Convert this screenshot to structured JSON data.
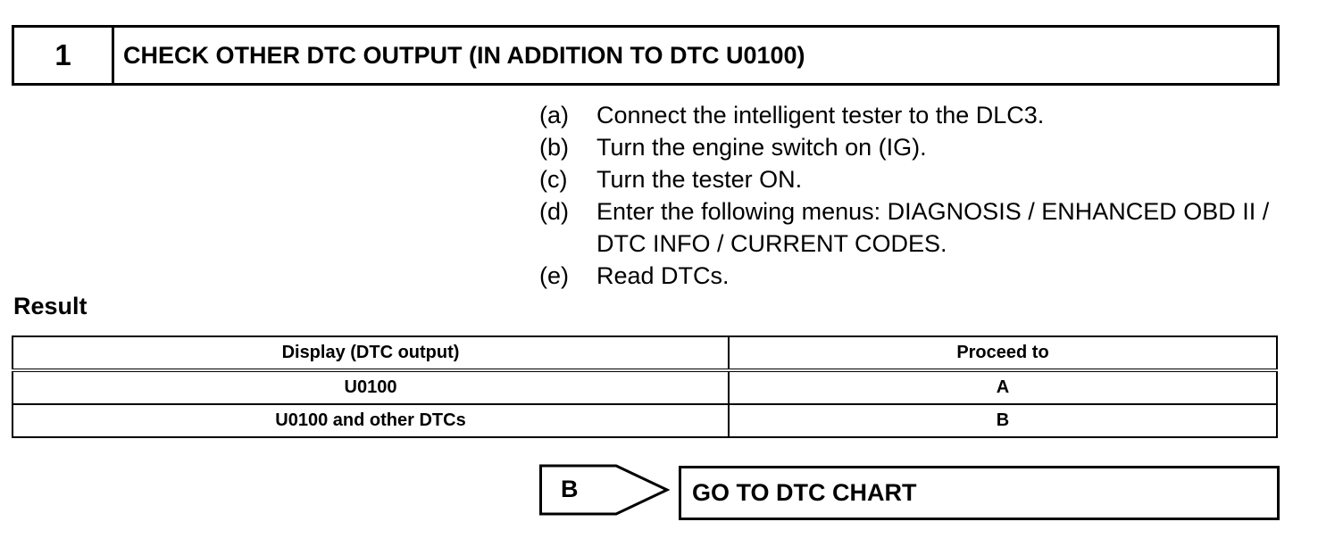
{
  "step": {
    "number": "1",
    "title": "CHECK OTHER DTC OUTPUT (IN ADDITION TO DTC U0100)"
  },
  "instructions": [
    {
      "letter": "(a)",
      "text": "Connect the intelligent tester to the DLC3."
    },
    {
      "letter": "(b)",
      "text": "Turn the engine switch on (IG)."
    },
    {
      "letter": "(c)",
      "text": "Turn the tester ON."
    },
    {
      "letter": "(d)",
      "text": "Enter the following menus: DIAGNOSIS / ENHANCED OBD II / DTC INFO / CURRENT CODES."
    },
    {
      "letter": "(e)",
      "text": "Read DTCs."
    }
  ],
  "result": {
    "heading": "Result",
    "columns": [
      "Display (DTC output)",
      "Proceed to"
    ],
    "rows": [
      [
        "U0100",
        "A"
      ],
      [
        "U0100 and other DTCs",
        "B"
      ]
    ]
  },
  "branch": {
    "letter": "B",
    "action": "GO TO DTC CHART"
  }
}
